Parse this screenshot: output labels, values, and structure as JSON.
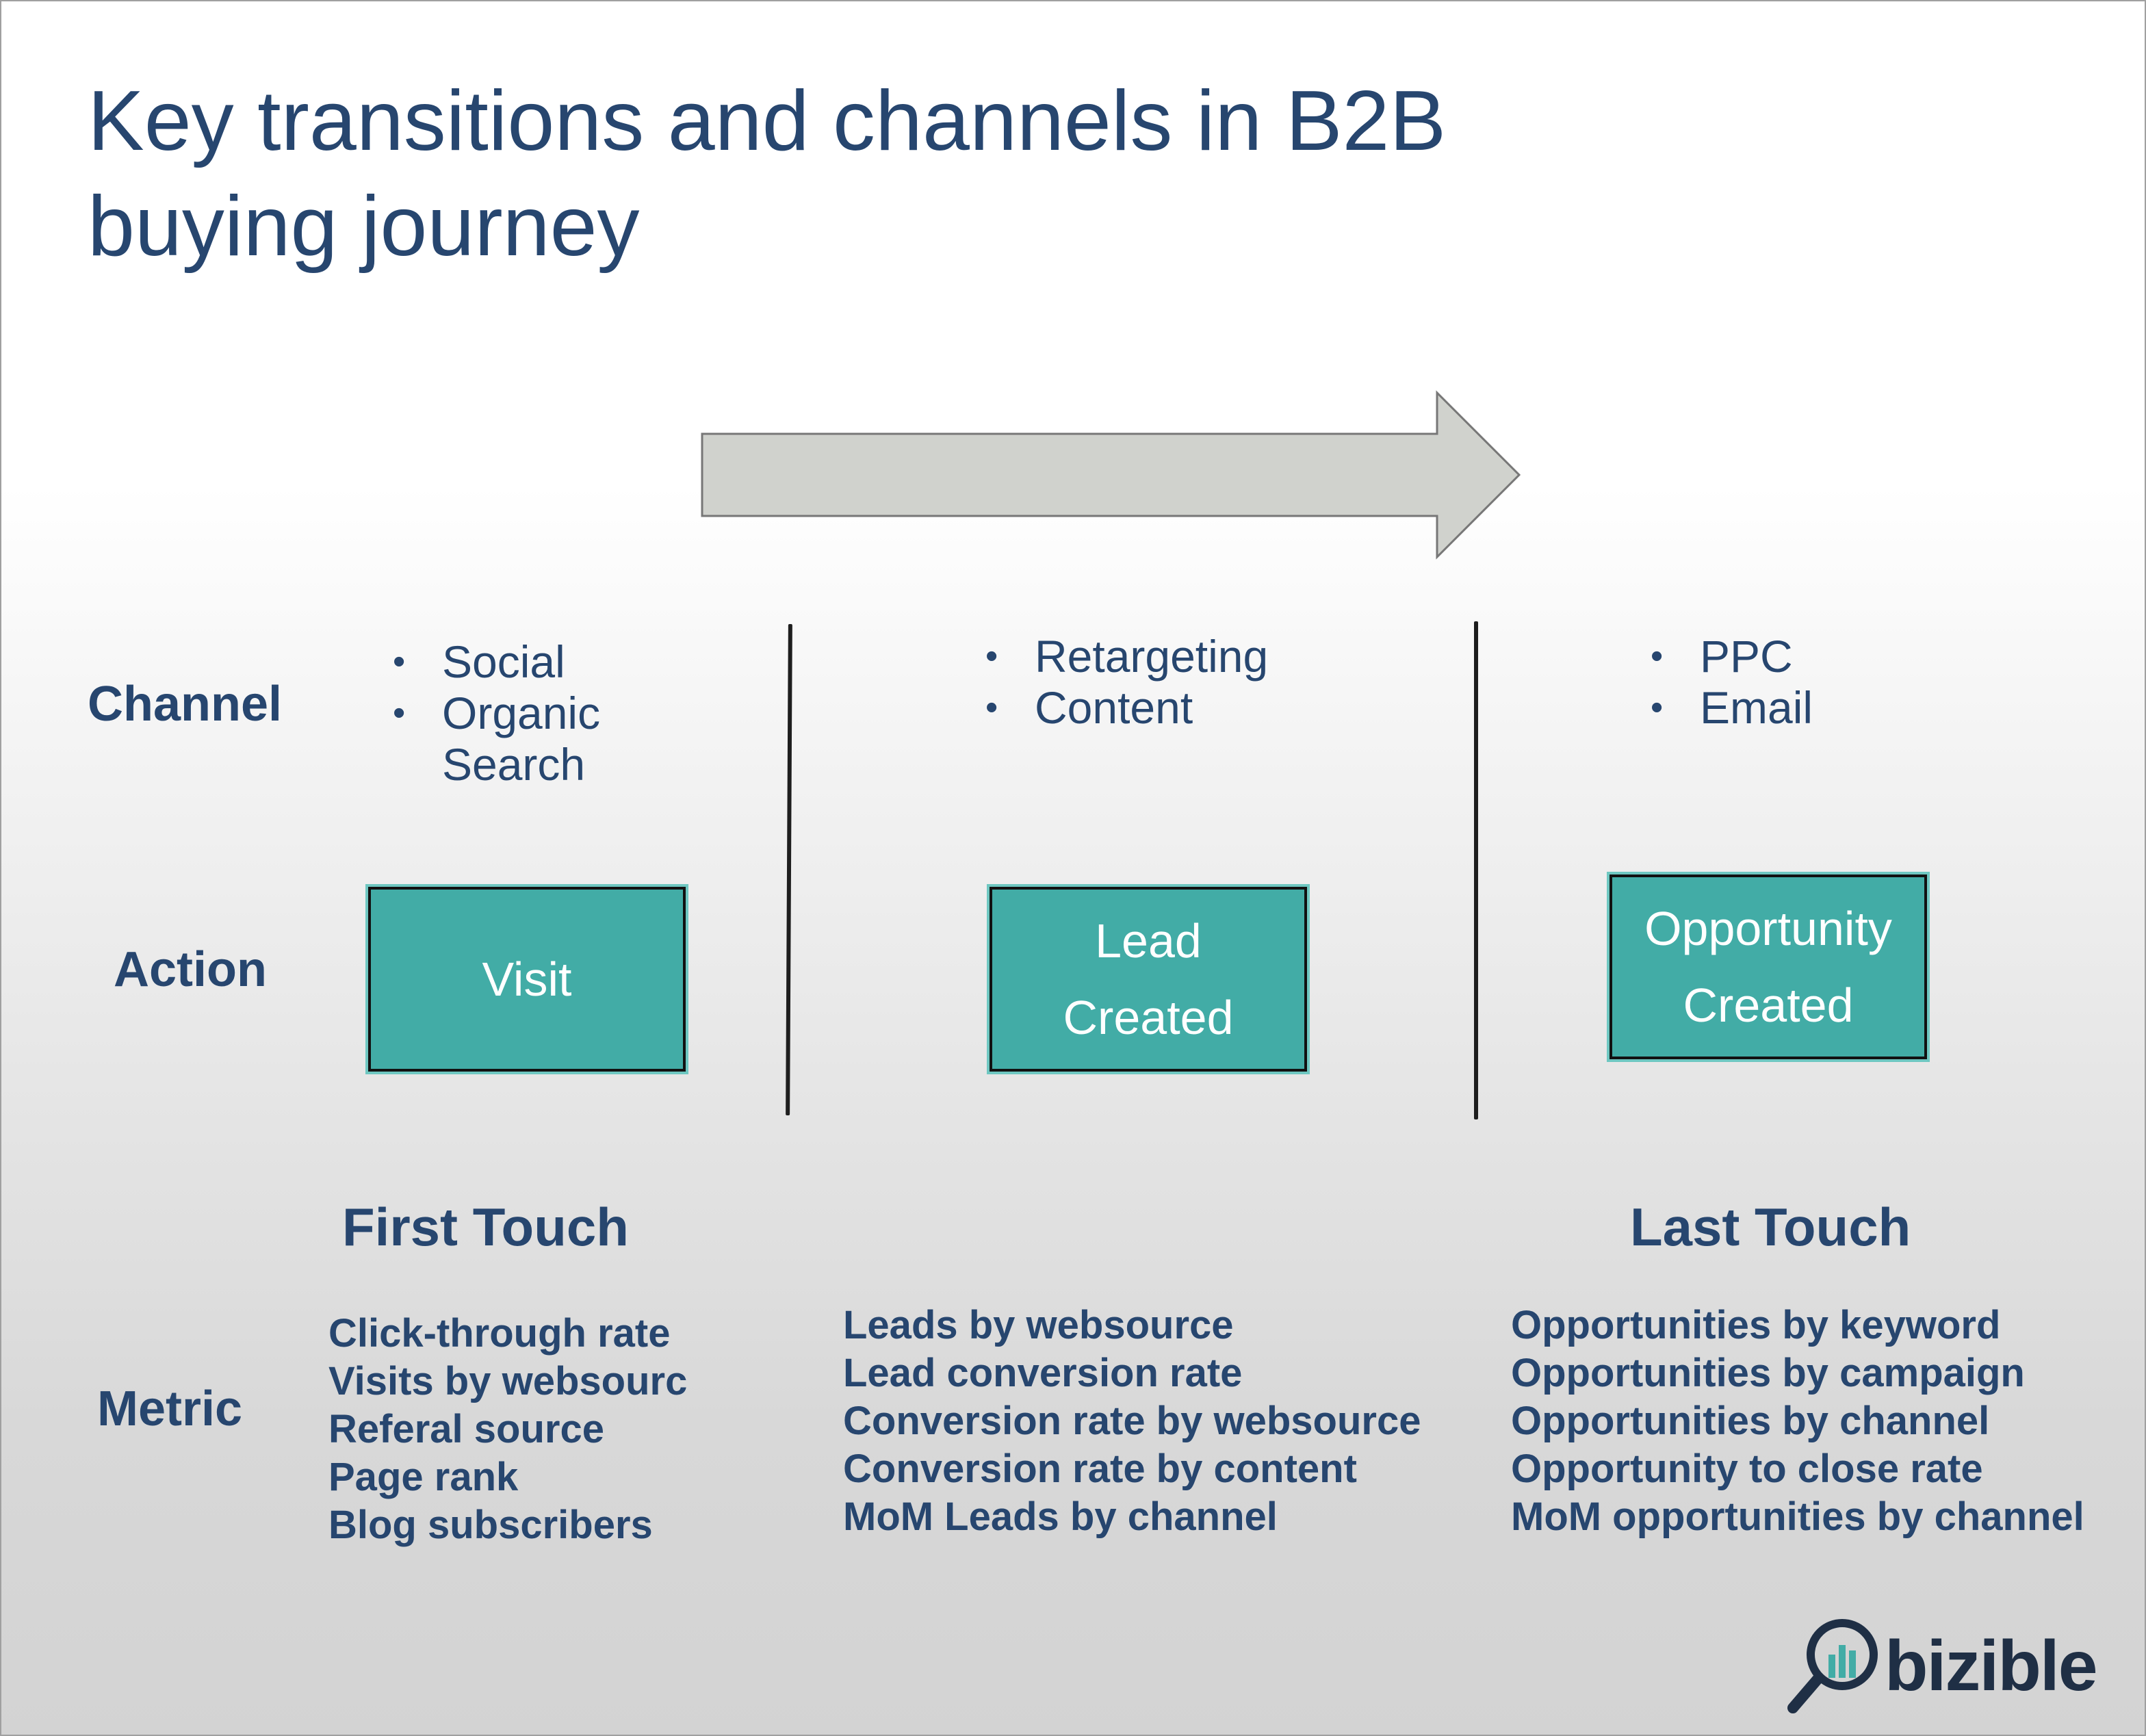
{
  "title": {
    "line1": "Key transitions and channels in B2B",
    "line2": "buying journey"
  },
  "row_labels": {
    "channel": "Channel",
    "action": "Action",
    "metric": "Metric"
  },
  "stages": [
    {
      "channels": [
        "Social",
        "Organic",
        "Search"
      ],
      "action_lines": [
        "Visit"
      ],
      "metrics": [
        "Click-through rate",
        "Visits by websourc",
        "Referal source",
        "Page rank",
        "Blog subscribers"
      ]
    },
    {
      "channels": [
        "Retargeting",
        "Content"
      ],
      "action_lines": [
        "Lead",
        "Created"
      ],
      "metrics": [
        "Leads by websource",
        "Lead conversion rate",
        "Conversion rate by websource",
        "Conversion rate by content",
        "MoM Leads by channel"
      ]
    },
    {
      "channels": [
        "PPC",
        "Email"
      ],
      "action_lines": [
        "Opportunity",
        "Created"
      ],
      "metrics": [
        "Opportunities by keyword",
        "Opportunities by campaign",
        "Opportunities by channel",
        "Opportunity to close rate",
        "MoM opportunities by channel"
      ]
    }
  ],
  "touch_labels": {
    "first": "First Touch",
    "last": "Last Touch"
  },
  "logo": {
    "text": "bizible",
    "icon": "magnifier-bar-chart-icon"
  },
  "colors": {
    "title_text": "#27466f",
    "action_box_fill": "#42aca6",
    "arrow_fill": "#d0d2cd",
    "divider": "#1e1e1e"
  }
}
